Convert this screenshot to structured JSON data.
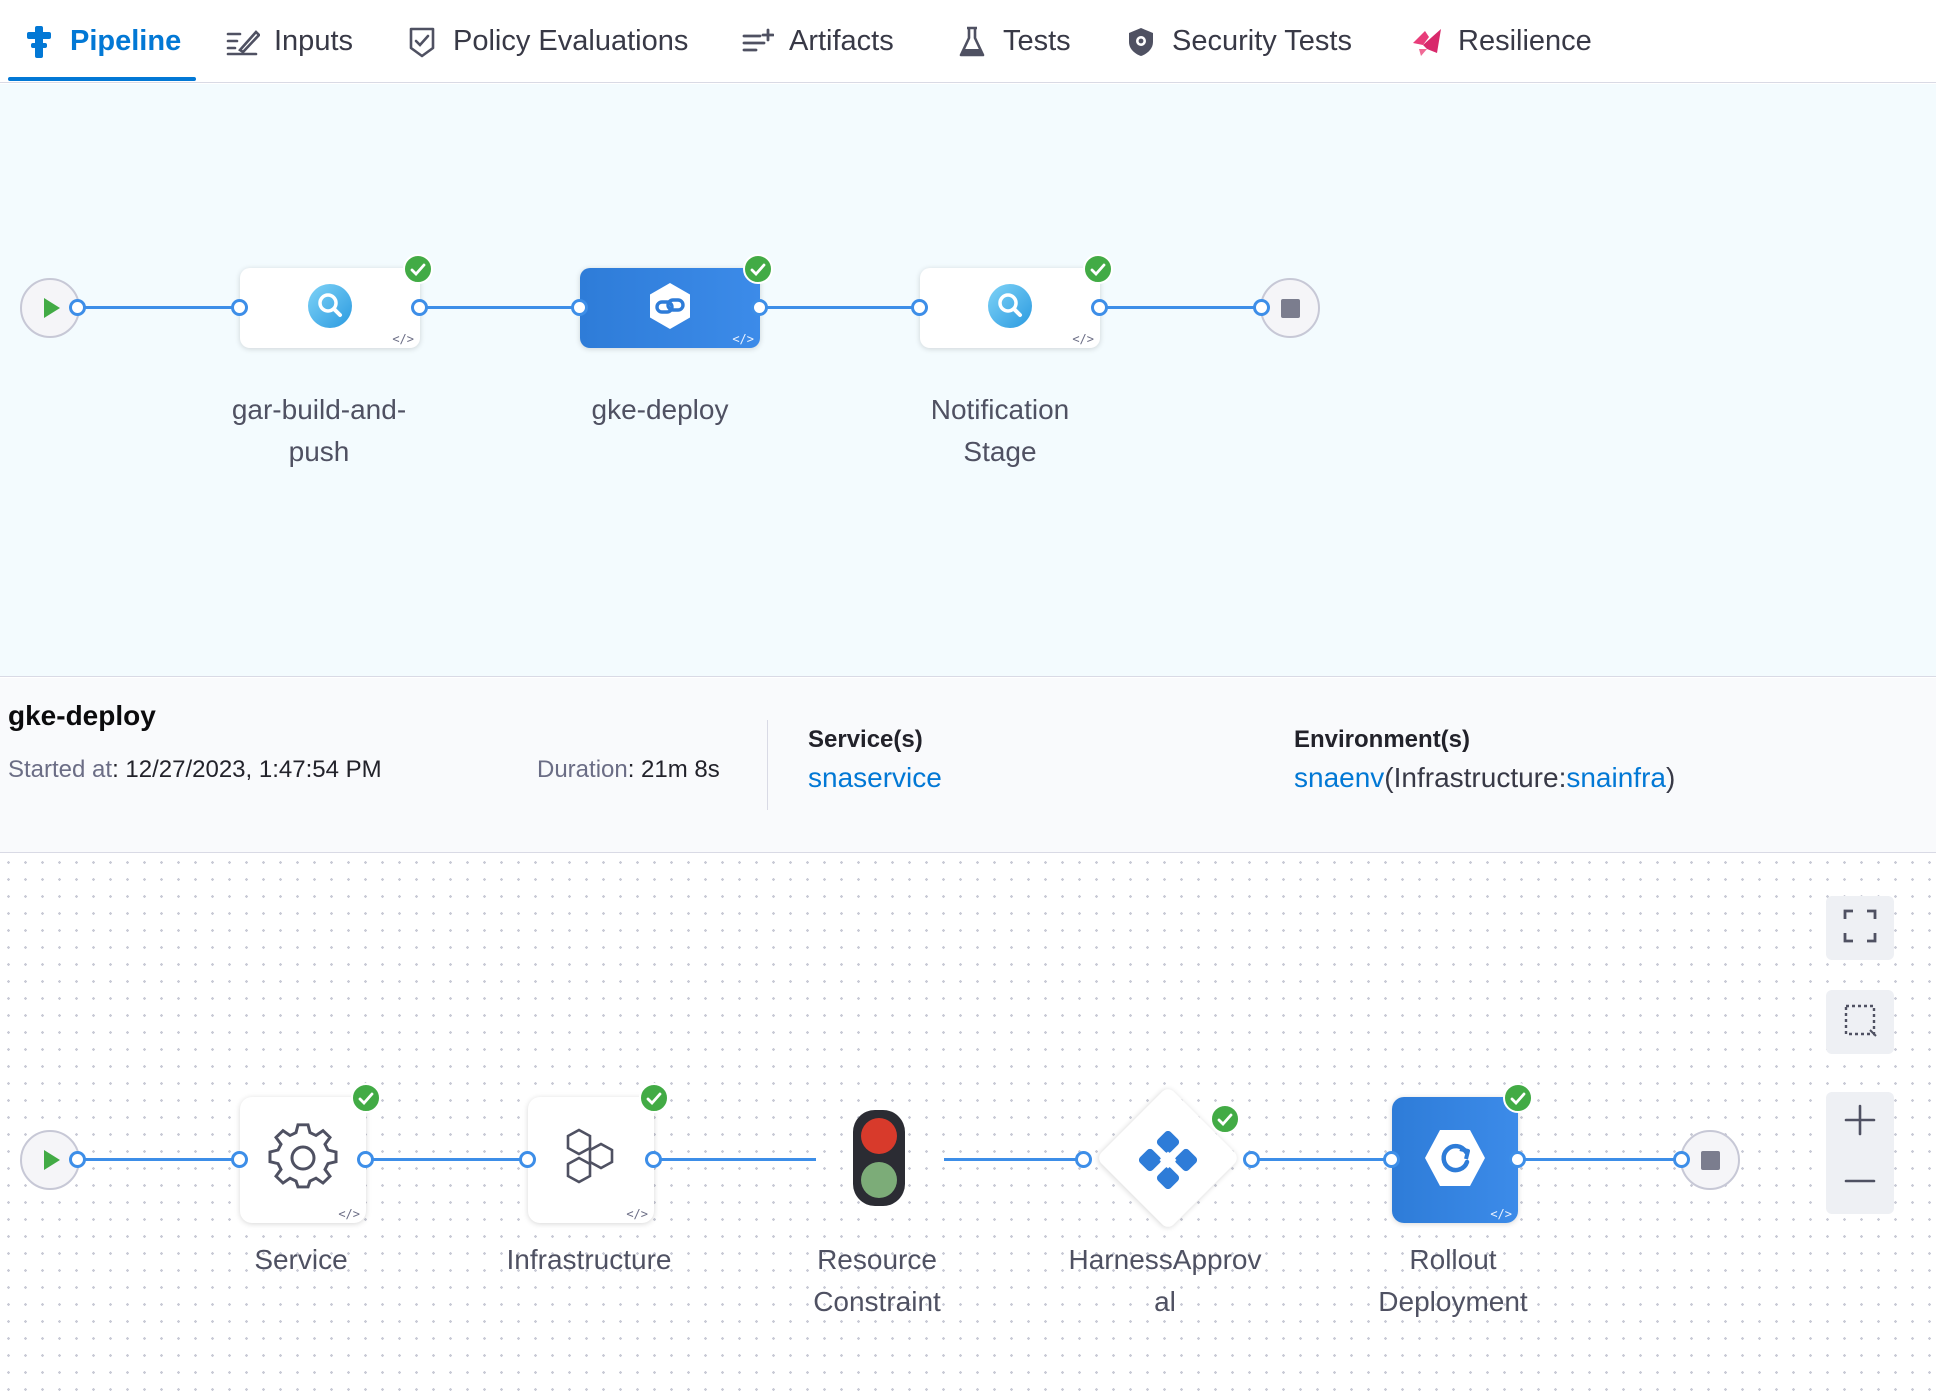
{
  "tabs": [
    {
      "label": "Pipeline",
      "icon": "pipeline-icon",
      "active": true
    },
    {
      "label": "Inputs",
      "icon": "inputs-icon"
    },
    {
      "label": "Policy Evaluations",
      "icon": "policy-icon"
    },
    {
      "label": "Artifacts",
      "icon": "artifacts-icon"
    },
    {
      "label": "Tests",
      "icon": "flask-icon"
    },
    {
      "label": "Security Tests",
      "icon": "shield-icon"
    },
    {
      "label": "Resilience",
      "icon": "resilience-icon"
    }
  ],
  "pipeline": {
    "stages": [
      {
        "name": "gar-build-and-push",
        "label_line1": "gar-build-and-",
        "label_line2": "push",
        "icon": "ci-search-icon",
        "status": "success"
      },
      {
        "name": "gke-deploy",
        "label_line1": "gke-deploy",
        "icon": "deploy-icon",
        "status": "success",
        "selected": true
      },
      {
        "name": "Notification Stage",
        "label_line1": "Notification",
        "label_line2": "Stage",
        "icon": "ci-search-icon",
        "status": "success"
      }
    ]
  },
  "stage_info": {
    "title": "gke-deploy",
    "started_label": "Started at",
    "started_value": ": 12/27/2023, 1:47:54 PM",
    "duration_label": "Duration",
    "duration_value": ": 21m 8s",
    "services_header": "Service(s)",
    "service": "snaservice",
    "environments_header": "Environment(s)",
    "environment": "snaenv",
    "infra_prefix": "(Infrastructure:",
    "infrastructure": "snainfra",
    "infra_suffix": ")"
  },
  "execution": {
    "steps": [
      {
        "label_line1": "Service",
        "icon": "gear-icon",
        "status": "success"
      },
      {
        "label_line1": "Infrastructure",
        "icon": "hexagons-icon",
        "status": "success"
      },
      {
        "label_line1": "Resource",
        "label_line2": "Constraint",
        "icon": "traffic-light-icon"
      },
      {
        "label_line1": "HarnessApprov",
        "label_line2": "al",
        "icon": "approval-icon",
        "status": "success"
      },
      {
        "label_line1": "Rollout",
        "label_line2": "Deployment",
        "icon": "rollout-icon",
        "status": "success"
      }
    ]
  },
  "colors": {
    "accent": "#0278d5",
    "success": "#42ab45",
    "connector": "#3d8ee8"
  }
}
